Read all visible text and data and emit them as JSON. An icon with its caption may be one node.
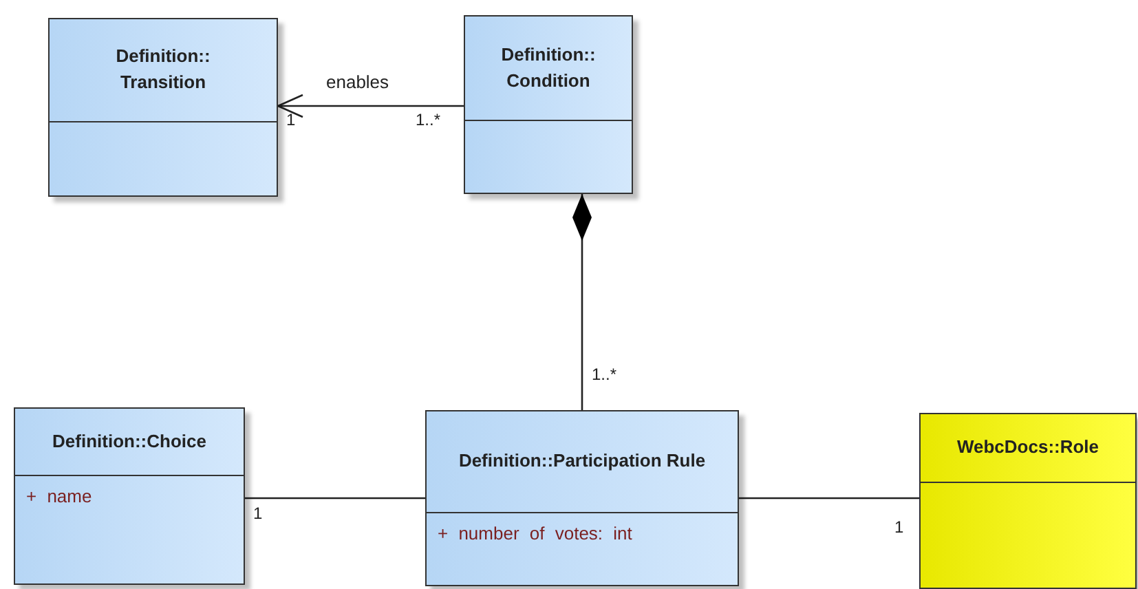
{
  "diagram": {
    "nodes": [
      {
        "text": [
          "Definition:: Transition"
        ]
      },
      {
        "text": [
          "Definition:: Condition"
        ]
      },
      {
        "text": [
          "Definition::Choice",
          "+ name"
        ]
      },
      {
        "text": [
          "Definition::Participation Rule",
          "+ number of votes: int"
        ]
      },
      {
        "text": [
          "WebcDocs::Role"
        ]
      }
    ],
    "edges": [
      {
        "from": 1,
        "to": 0,
        "arrow": "to",
        "label": "enables"
      },
      {
        "from": 3,
        "to": 1,
        "arrow": "other"
      },
      {
        "from": 2,
        "to": 3,
        "arrow": "none"
      },
      {
        "from": 3,
        "to": 4,
        "arrow": "none"
      }
    ],
    "labels": [
      "1",
      "1..*",
      "1..*",
      "1",
      "1"
    ]
  }
}
